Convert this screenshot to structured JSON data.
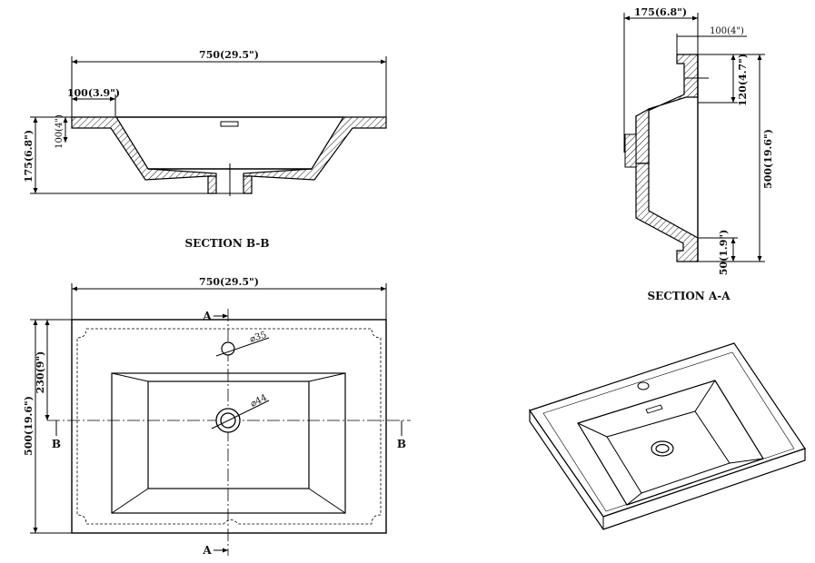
{
  "section_bb": {
    "title": "SECTION B-B",
    "width_label": "750(29.5\")",
    "rim_label": "100(3.9\")",
    "rim_height_label": "100(4\")",
    "height_label": "175(6.8\")"
  },
  "section_aa": {
    "title": "SECTION A-A",
    "depth_label": "175(6.8\")",
    "rim_label": "100(4\")",
    "back_label": "120(4.7\")",
    "length_label": "500(19.6\")",
    "front_label": "50(1.9\")"
  },
  "plan": {
    "width_label": "750(29.5\")",
    "height_label": "500(19.6\")",
    "offset_label": "230(9\")",
    "faucet_hole_label": "⌀35",
    "drain_label": "⌀44",
    "section_a_marker": "A",
    "section_b_marker": "B"
  }
}
